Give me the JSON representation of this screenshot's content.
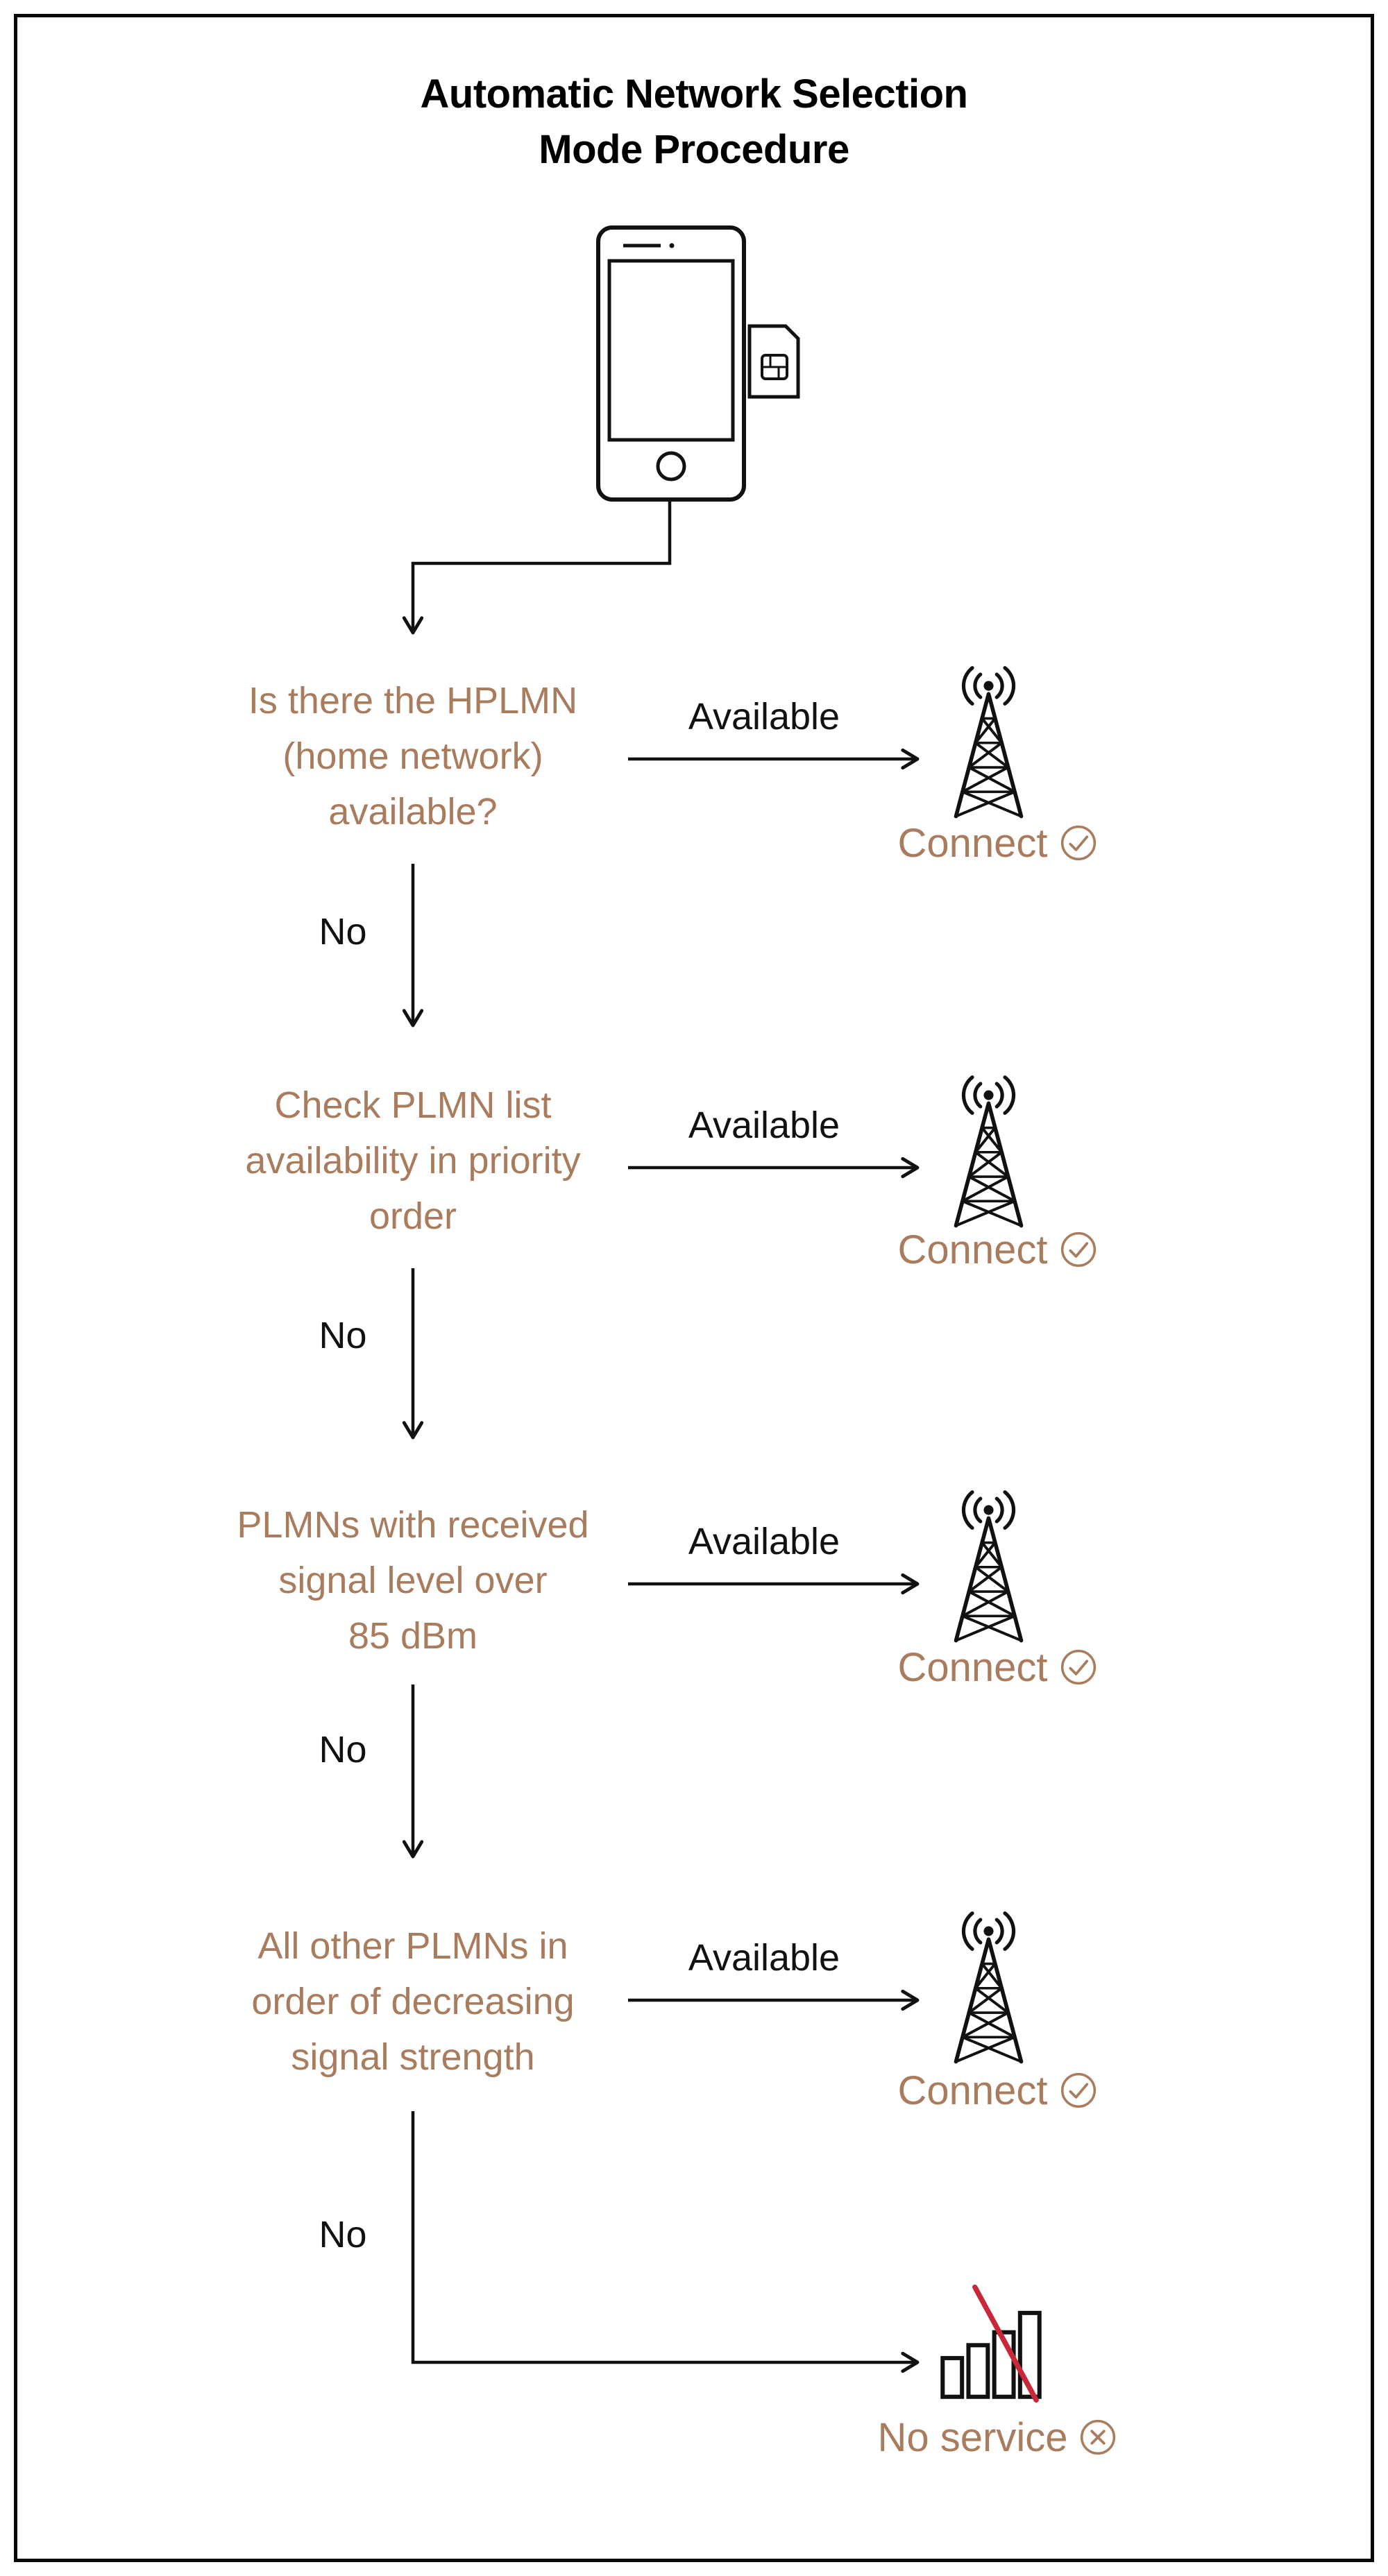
{
  "title": "Automatic Network Selection\nMode Procedure",
  "labels": {
    "available": "Available",
    "no": "No",
    "connect": "Connect",
    "no_service": "No service"
  },
  "steps": [
    {
      "question": "Is there the HPLMN\n(home network)\navailable?"
    },
    {
      "question": "Check PLMN list\navailability in priority\norder"
    },
    {
      "question": "PLMNs with received\nsignal level over\n85 dBm"
    },
    {
      "question": "All other PLMNs in\norder of decreasing\nsignal strength"
    }
  ],
  "colors": {
    "accent": "#A97C5E",
    "line": "#111111",
    "slash": "#C9273A"
  },
  "icons": {
    "phone": "smartphone-with-sim-icon",
    "tower": "radio-tower-icon",
    "check": "check-circle-icon",
    "cross": "x-circle-icon",
    "bars": "crossed-signal-bars-icon"
  }
}
